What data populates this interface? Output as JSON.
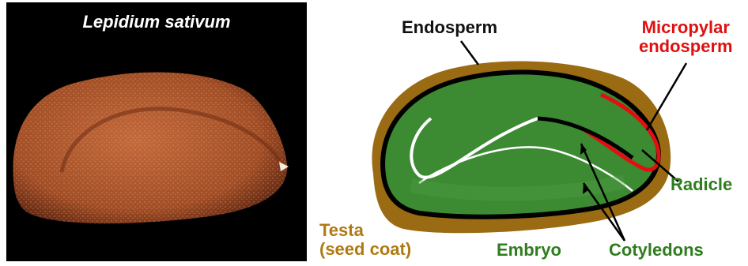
{
  "photo": {
    "species": "Lepidium sativum"
  },
  "labels": {
    "endosperm": "Endosperm",
    "micropylar_line1": "Micropylar",
    "micropylar_line2": "endosperm",
    "radicle": "Radicle",
    "testa_line1": "Testa",
    "testa_line2": "(seed coat)",
    "embryo": "Embryo",
    "cotyledons": "Cotyledons"
  },
  "colors": {
    "testa": "#9a6b12",
    "endosperm_outline": "#000000",
    "micropylar_outline": "#e01010",
    "embryo": "#3c8a32",
    "seed_photo": "#a8532a",
    "background_photo": "#000000"
  }
}
